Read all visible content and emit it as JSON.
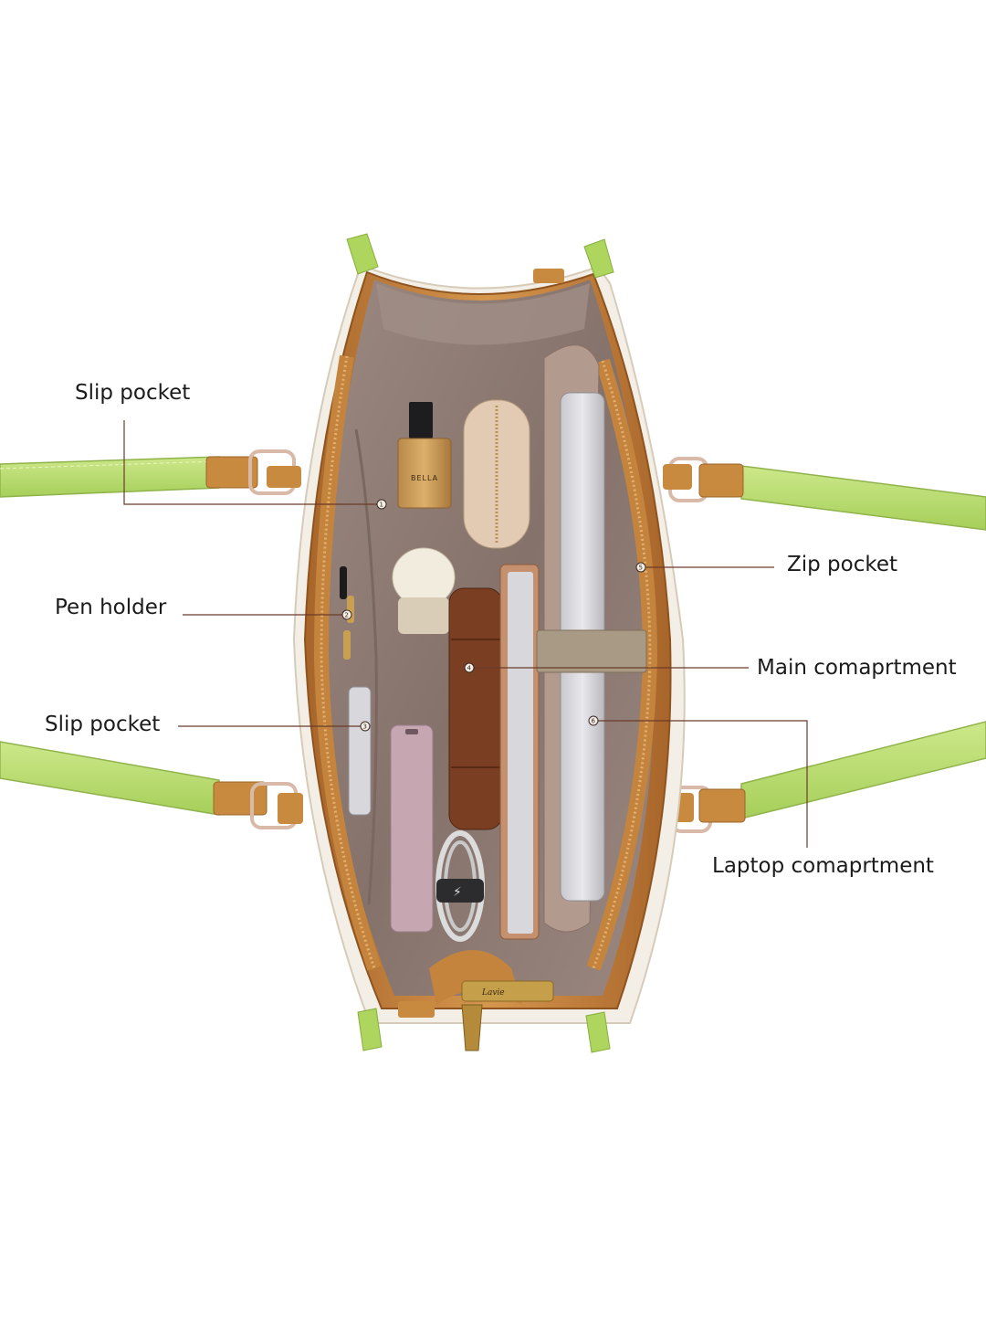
{
  "colors": {
    "strap_green": "#b7dc6c",
    "tan_leather": "#c9843c",
    "cream_leather": "#f4efe6",
    "lining": "#8e7b74",
    "leader_line": "#6b3b2a"
  },
  "callouts": [
    {
      "number": "1",
      "label": "Slip pocket"
    },
    {
      "number": "2",
      "label": "Pen holder"
    },
    {
      "number": "3",
      "label": "Slip pocket"
    },
    {
      "number": "4",
      "label": "Main comaprtment"
    },
    {
      "number": "5",
      "label": "Zip pocket"
    },
    {
      "number": "6",
      "label": "Laptop comaprtment"
    }
  ],
  "product_text": {
    "perfume_label": "BELLA",
    "brand_logo": "Lavie"
  },
  "icons": {
    "cable_tie": "lightning-icon"
  }
}
